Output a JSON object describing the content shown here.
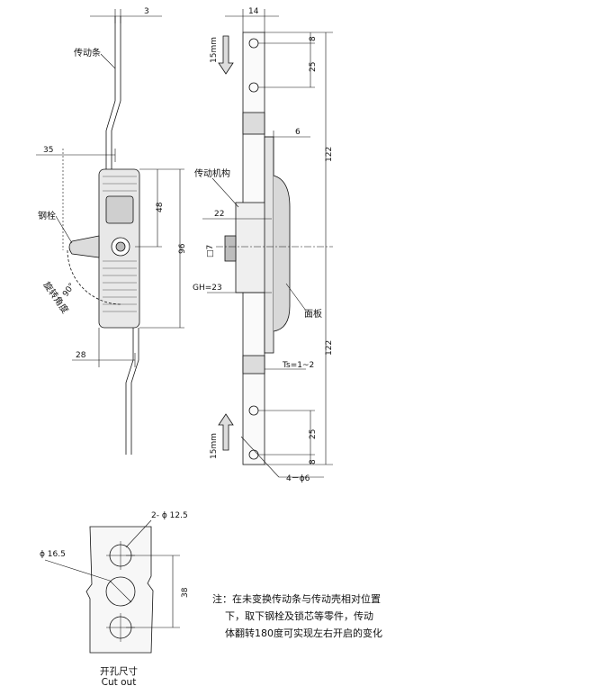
{
  "front_view": {
    "dim_top": "3",
    "dim_35": "35",
    "dim_48": "48",
    "dim_96": "96",
    "dim_28": "28",
    "angle": "90°",
    "label_rod": "传动条",
    "label_bolt": "钢栓",
    "label_rotation": "旋转角度"
  },
  "side_view": {
    "dim_14": "14",
    "dim_8_top": "8",
    "dim_25_top": "25",
    "dim_6": "6",
    "dim_122_top": "122",
    "dim_22": "22",
    "dim_7": "□7",
    "dim_gh": "GH=23",
    "dim_122_bottom": "122",
    "dim_ts": "Ts=1~2",
    "dim_25_bottom": "25",
    "dim_8_bottom": "8",
    "dim_holes": "4－ϕ6",
    "stroke_top": "15mm",
    "stroke_bottom": "15mm",
    "label_mechanism": "传动机构",
    "label_panel": "面板"
  },
  "cutout": {
    "dim_holes": "2- ϕ 12.5",
    "dim_center": "ϕ 16.5",
    "dim_38": "38",
    "title_cn": "开孔尺寸",
    "title_en": "Cut out"
  },
  "note": {
    "line1": "注：在未变换传动条与传动壳相对位置",
    "line2": "下，取下钢栓及锁芯等零件，传动",
    "line3": "体翻转180度可实现左右开启的变化"
  }
}
